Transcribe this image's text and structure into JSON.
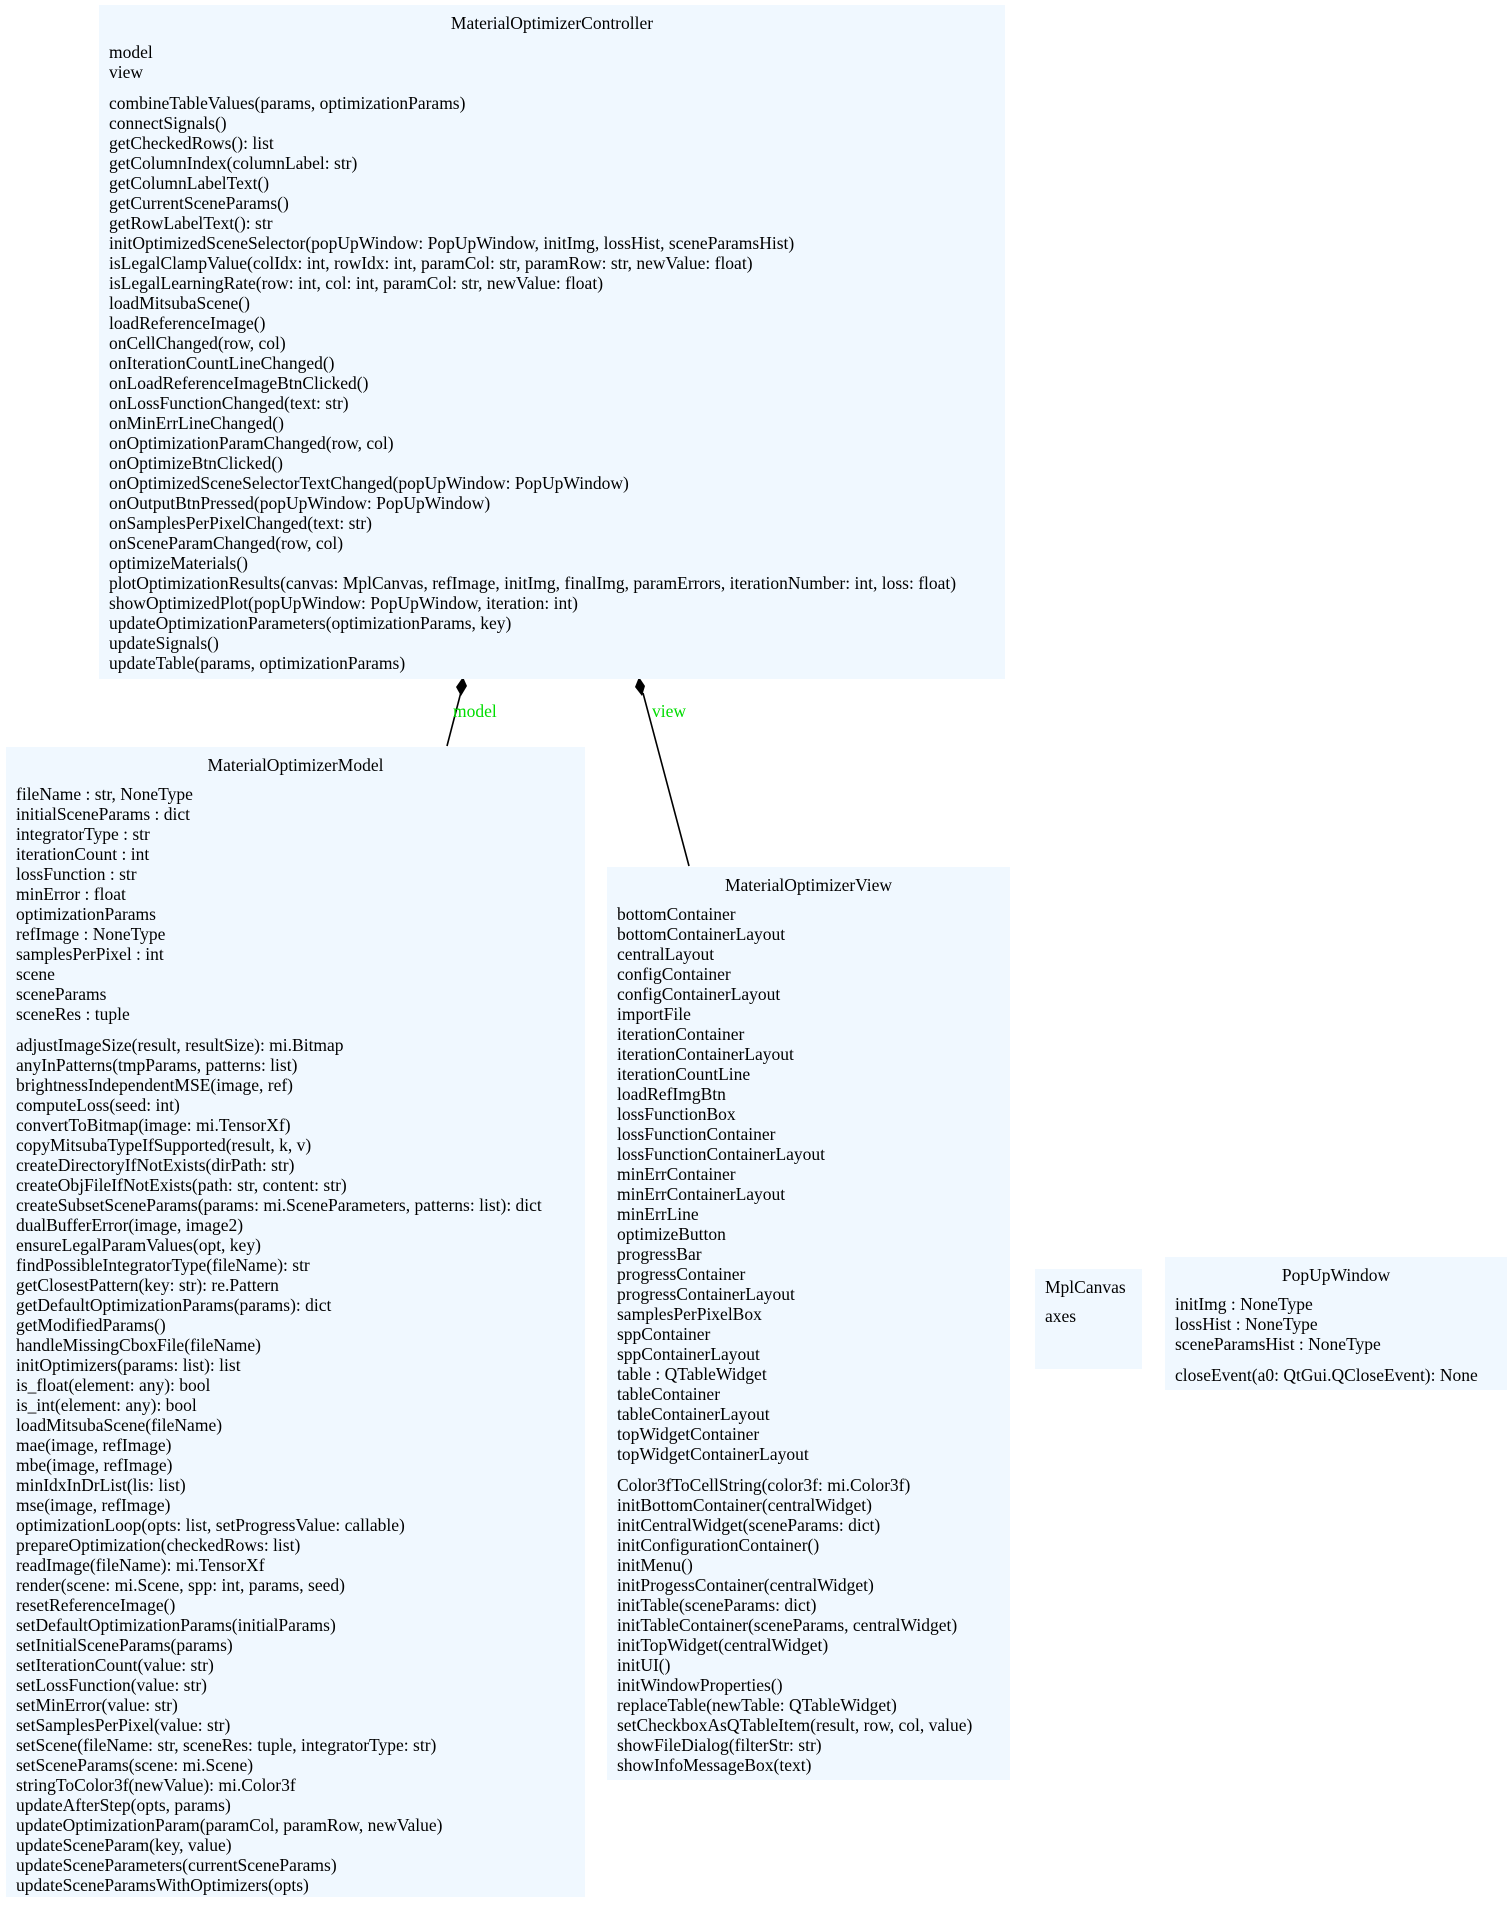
{
  "classes": {
    "controller": {
      "name": "MaterialOptimizerController",
      "attributes": [
        "model",
        "view"
      ],
      "methods": [
        "combineTableValues(params, optimizationParams)",
        "connectSignals()",
        "getCheckedRows(): list",
        "getColumnIndex(columnLabel: str)",
        "getColumnLabelText()",
        "getCurrentSceneParams()",
        "getRowLabelText(): str",
        "initOptimizedSceneSelector(popUpWindow: PopUpWindow, initImg, lossHist, sceneParamsHist)",
        "isLegalClampValue(colIdx: int, rowIdx: int, paramCol: str, paramRow: str, newValue: float)",
        "isLegalLearningRate(row: int, col: int, paramCol: str, newValue: float)",
        "loadMitsubaScene()",
        "loadReferenceImage()",
        "onCellChanged(row, col)",
        "onIterationCountLineChanged()",
        "onLoadReferenceImageBtnClicked()",
        "onLossFunctionChanged(text: str)",
        "onMinErrLineChanged()",
        "onOptimizationParamChanged(row, col)",
        "onOptimizeBtnClicked()",
        "onOptimizedSceneSelectorTextChanged(popUpWindow: PopUpWindow)",
        "onOutputBtnPressed(popUpWindow: PopUpWindow)",
        "onSamplesPerPixelChanged(text: str)",
        "onSceneParamChanged(row, col)",
        "optimizeMaterials()",
        "plotOptimizationResults(canvas: MplCanvas, refImage, initImg, finalImg, paramErrors, iterationNumber: int, loss: float)",
        "showOptimizedPlot(popUpWindow: PopUpWindow, iteration: int)",
        "updateOptimizationParameters(optimizationParams, key)",
        "updateSignals()",
        "updateTable(params, optimizationParams)"
      ]
    },
    "model": {
      "name": "MaterialOptimizerModel",
      "attributes": [
        "fileName : str, NoneType",
        "initialSceneParams : dict",
        "integratorType : str",
        "iterationCount : int",
        "lossFunction : str",
        "minError : float",
        "optimizationParams",
        "refImage : NoneType",
        "samplesPerPixel : int",
        "scene",
        "sceneParams",
        "sceneRes : tuple"
      ],
      "methods": [
        "adjustImageSize(result, resultSize): mi.Bitmap",
        "anyInPatterns(tmpParams, patterns: list)",
        "brightnessIndependentMSE(image, ref)",
        "computeLoss(seed: int)",
        "convertToBitmap(image: mi.TensorXf)",
        "copyMitsubaTypeIfSupported(result, k, v)",
        "createDirectoryIfNotExists(dirPath: str)",
        "createObjFileIfNotExists(path: str, content: str)",
        "createSubsetSceneParams(params: mi.SceneParameters, patterns: list): dict",
        "dualBufferError(image, image2)",
        "ensureLegalParamValues(opt, key)",
        "findPossibleIntegratorType(fileName): str",
        "getClosestPattern(key: str): re.Pattern",
        "getDefaultOptimizationParams(params): dict",
        "getModifiedParams()",
        "handleMissingCboxFile(fileName)",
        "initOptimizers(params: list): list",
        "is_float(element: any): bool",
        "is_int(element: any): bool",
        "loadMitsubaScene(fileName)",
        "mae(image, refImage)",
        "mbe(image, refImage)",
        "minIdxInDrList(lis: list)",
        "mse(image, refImage)",
        "optimizationLoop(opts: list, setProgressValue: callable)",
        "prepareOptimization(checkedRows: list)",
        "readImage(fileName): mi.TensorXf",
        "render(scene: mi.Scene, spp: int, params, seed)",
        "resetReferenceImage()",
        "setDefaultOptimizationParams(initialParams)",
        "setInitialSceneParams(params)",
        "setIterationCount(value: str)",
        "setLossFunction(value: str)",
        "setMinError(value: str)",
        "setSamplesPerPixel(value: str)",
        "setScene(fileName: str, sceneRes: tuple, integratorType: str)",
        "setSceneParams(scene: mi.Scene)",
        "stringToColor3f(newValue): mi.Color3f",
        "updateAfterStep(opts, params)",
        "updateOptimizationParam(paramCol, paramRow, newValue)",
        "updateSceneParam(key, value)",
        "updateSceneParameters(currentSceneParams)",
        "updateSceneParamsWithOptimizers(opts)"
      ]
    },
    "view": {
      "name": "MaterialOptimizerView",
      "attributes": [
        "bottomContainer",
        "bottomContainerLayout",
        "centralLayout",
        "configContainer",
        "configContainerLayout",
        "importFile",
        "iterationContainer",
        "iterationContainerLayout",
        "iterationCountLine",
        "loadRefImgBtn",
        "lossFunctionBox",
        "lossFunctionContainer",
        "lossFunctionContainerLayout",
        "minErrContainer",
        "minErrContainerLayout",
        "minErrLine",
        "optimizeButton",
        "progressBar",
        "progressContainer",
        "progressContainerLayout",
        "samplesPerPixelBox",
        "sppContainer",
        "sppContainerLayout",
        "table : QTableWidget",
        "tableContainer",
        "tableContainerLayout",
        "topWidgetContainer",
        "topWidgetContainerLayout"
      ],
      "methods": [
        "Color3fToCellString(color3f: mi.Color3f)",
        "initBottomContainer(centralWidget)",
        "initCentralWidget(sceneParams: dict)",
        "initConfigurationContainer()",
        "initMenu()",
        "initProgessContainer(centralWidget)",
        "initTable(sceneParams: dict)",
        "initTableContainer(sceneParams, centralWidget)",
        "initTopWidget(centralWidget)",
        "initUI()",
        "initWindowProperties()",
        "replaceTable(newTable: QTableWidget)",
        "setCheckboxAsQTableItem(result, row, col, value)",
        "showFileDialog(filterStr: str)",
        "showInfoMessageBox(text)"
      ]
    },
    "mplcanvas": {
      "name": "MplCanvas",
      "attributes": [
        "axes"
      ],
      "methods": []
    },
    "popup": {
      "name": "PopUpWindow",
      "attributes": [
        "initImg : NoneType",
        "lossHist : NoneType",
        "sceneParamsHist : NoneType"
      ],
      "methods": [
        "closeEvent(a0: QtGui.QCloseEvent): None"
      ]
    }
  },
  "edges": {
    "model_label": "model",
    "view_label": "view",
    "label_color": "#00dd00",
    "box_color": "#f0f8ff"
  }
}
